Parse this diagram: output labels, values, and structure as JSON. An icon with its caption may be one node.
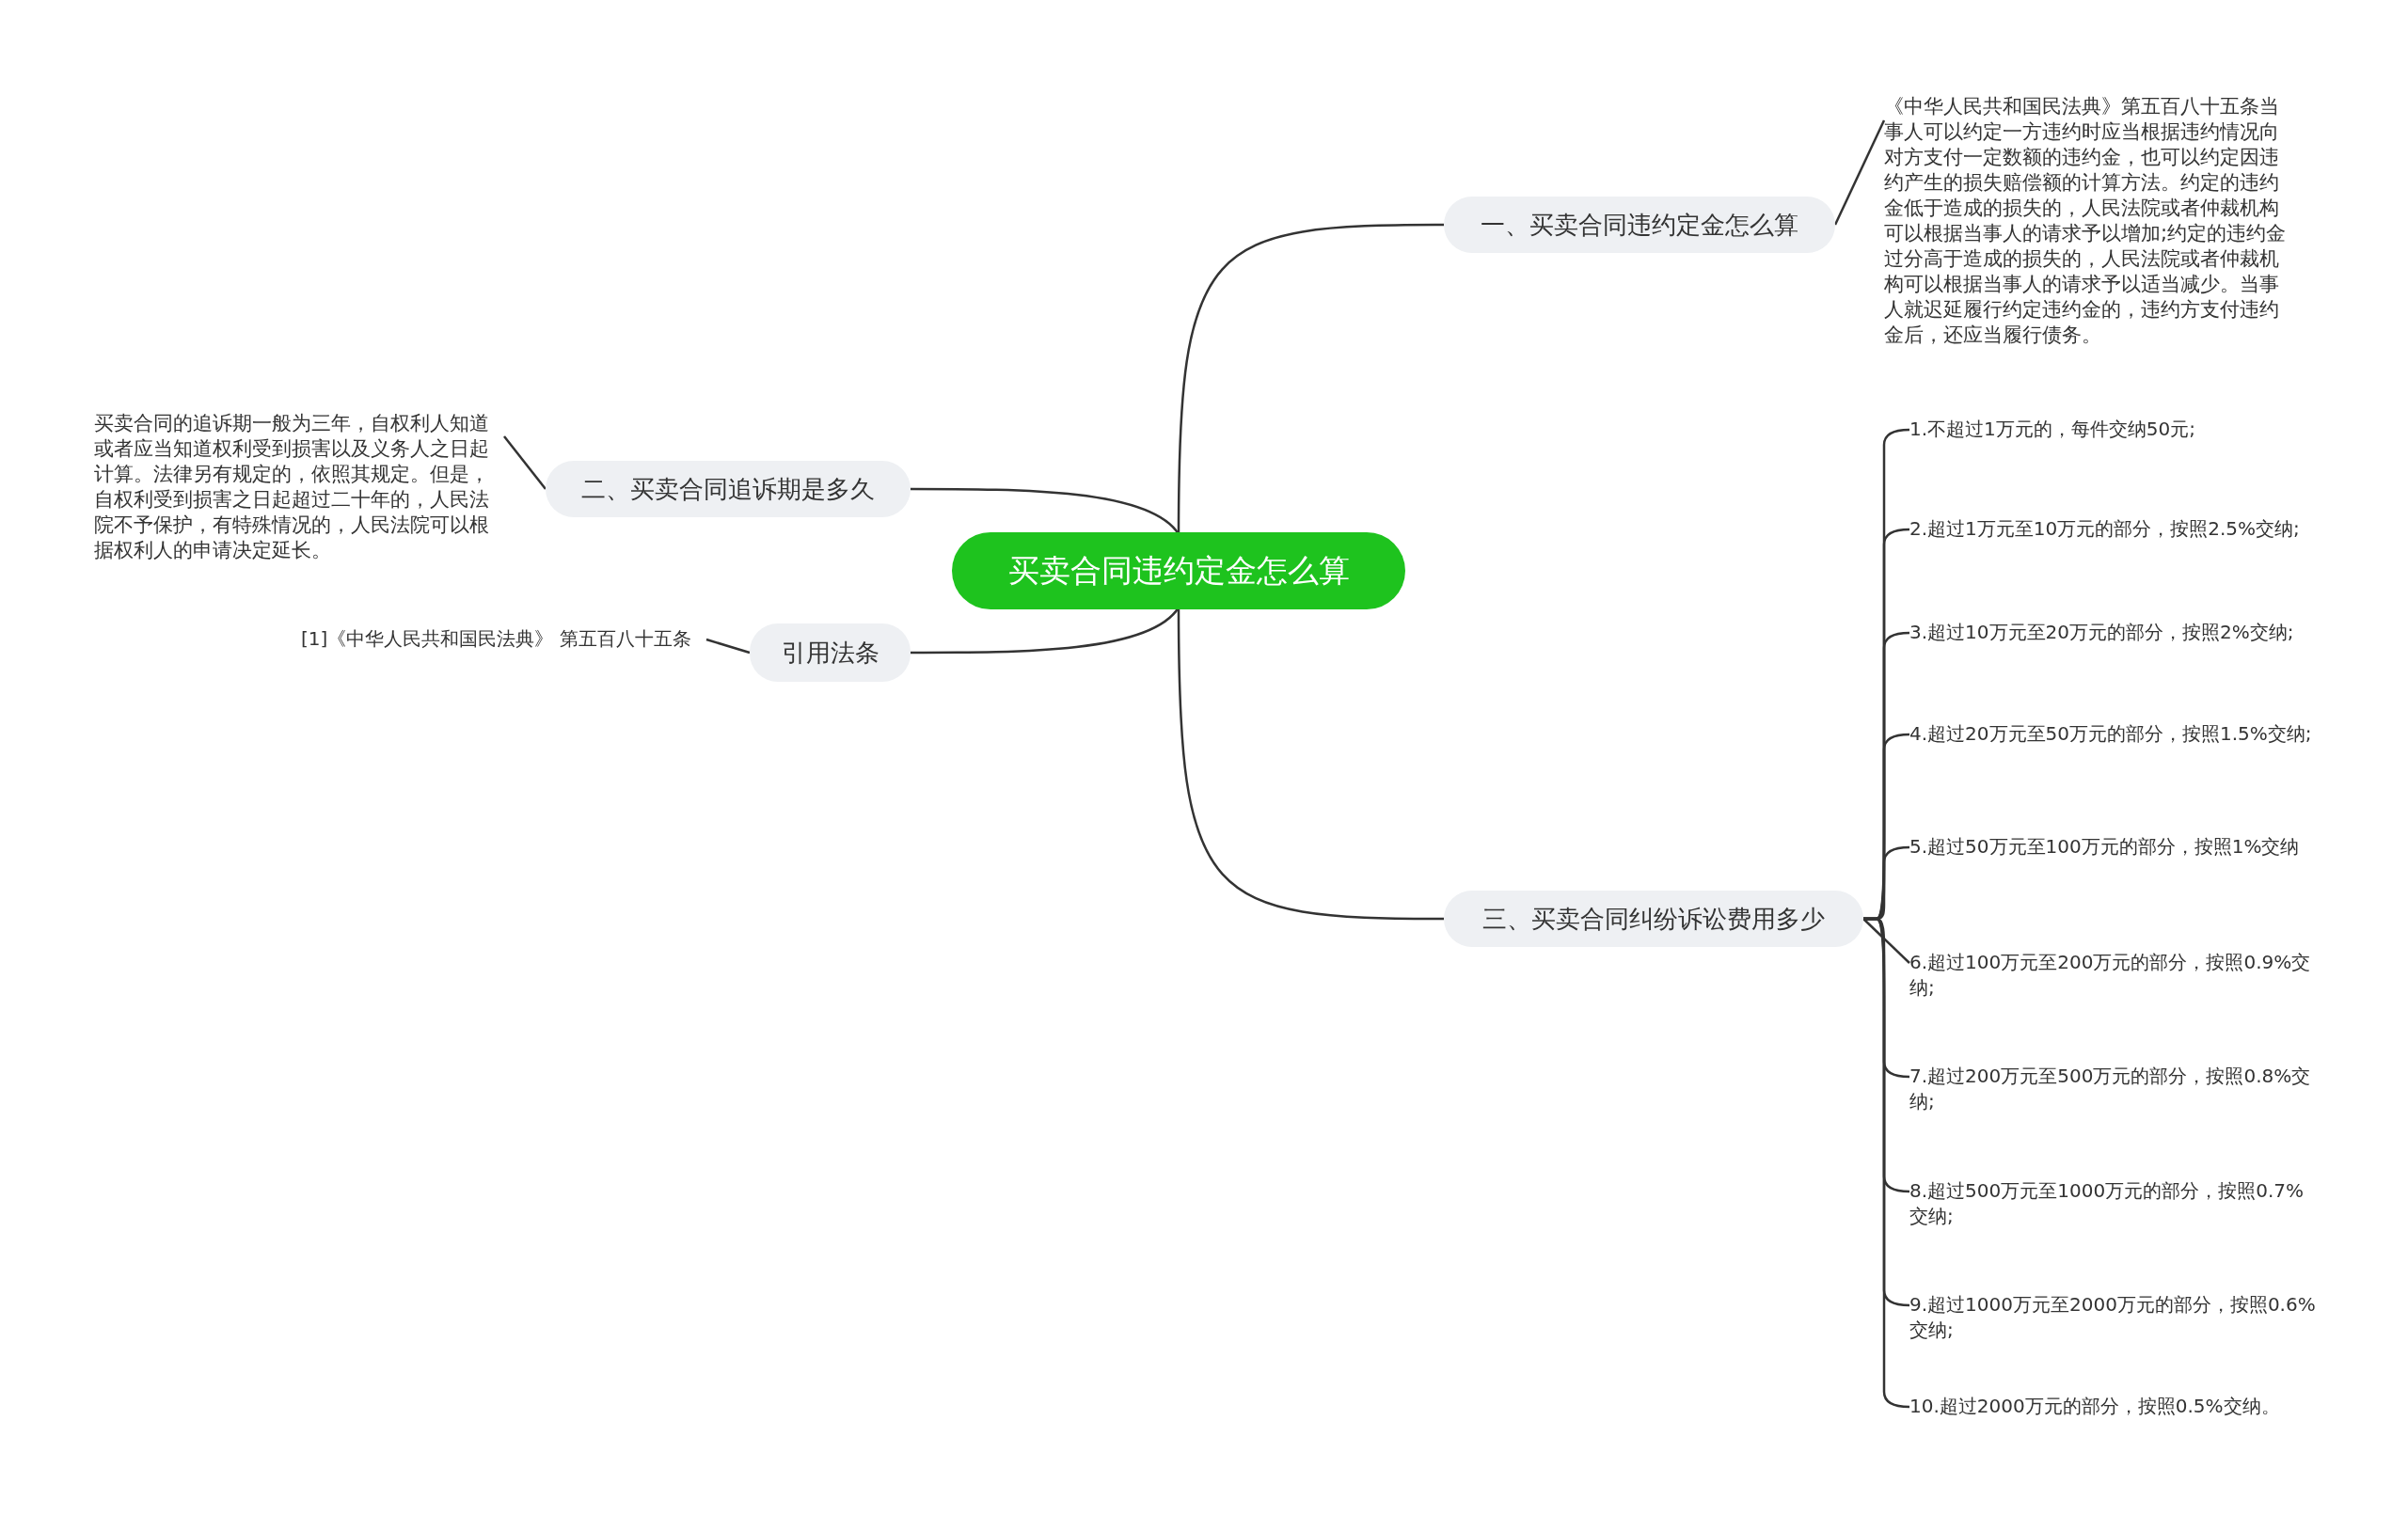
{
  "diagram": {
    "nodes": [
      {
        "text": [
          "买卖合同违约定金怎么算"
        ]
      },
      {
        "text": [
          "一、买卖合同违约定金怎么算"
        ]
      },
      {
        "text": [
          "《中华人民共和国民法典》第五百八十五条当事人可以约定一方违约时应当根据违约情况向对方支付一定数额的违约金，也可以约定因违约产生的损失赔偿额的计算方法。约定的违约金低于造成的损失的，人民法院或者仲裁机构可以根据当事人的请求予以增加;约定的违约金过分高于造成的损失的，人民法院或者仲裁机构可以根据当事人的请求予以适当减少。当事人就迟延履行约定违约金的，违约方支付违约金后，还应当履行债务。"
        ]
      },
      {
        "text": [
          "二、买卖合同追诉期是多久"
        ]
      },
      {
        "text": [
          "买卖合同的追诉期一般为三年，自权利人知道或者应当知道权利受到损害以及义务人之日起计算。法律另有规定的，依照其规定。但是，自权利受到损害之日起超过二十年的，人民法院不予保护，有特殊情况的，人民法院可以根据权利人的申请决定延长。"
        ]
      },
      {
        "text": [
          "引用法条"
        ]
      },
      {
        "text": [
          "[1]《中华人民共和国民法典》 第五百八十五条"
        ]
      },
      {
        "text": [
          "三、买卖合同纠纷诉讼费用多少"
        ]
      },
      {
        "text": [
          "1.不超过1万元的，每件交纳50元;"
        ]
      },
      {
        "text": [
          "2.超过1万元至10万元的部分，按照2.5%交纳;"
        ]
      },
      {
        "text": [
          "3.超过10万元至20万元的部分，按照2%交纳;"
        ]
      },
      {
        "text": [
          "4.超过20万元至50万元的部分，按照1.5%交纳;"
        ]
      },
      {
        "text": [
          "5.超过50万元至100万元的部分，按照1%交纳"
        ]
      },
      {
        "text": [
          "6.超过100万元至200万元的部分，按照0.9%交纳;"
        ]
      },
      {
        "text": [
          "7.超过200万元至500万元的部分，按照0.8%交纳;"
        ]
      },
      {
        "text": [
          "8.超过500万元至1000万元的部分，按照0.7%交纳;"
        ]
      },
      {
        "text": [
          "9.超过1000万元至2000万元的部分，按照0.6%交纳;"
        ]
      },
      {
        "text": [
          "10.超过2000万元的部分，按照0.5%交纳。"
        ]
      }
    ],
    "edges": [
      {
        "from": 0,
        "to": 1,
        "arrow": "none"
      },
      {
        "from": 1,
        "to": 2,
        "arrow": "none"
      },
      {
        "from": 0,
        "to": 3,
        "arrow": "none"
      },
      {
        "from": 3,
        "to": 4,
        "arrow": "none"
      },
      {
        "from": 0,
        "to": 5,
        "arrow": "none"
      },
      {
        "from": 5,
        "to": 6,
        "arrow": "none"
      },
      {
        "from": 0,
        "to": 7,
        "arrow": "none"
      },
      {
        "from": 7,
        "to": 8,
        "arrow": "none"
      },
      {
        "from": 7,
        "to": 9,
        "arrow": "none"
      },
      {
        "from": 7,
        "to": 10,
        "arrow": "none"
      },
      {
        "from": 7,
        "to": 11,
        "arrow": "none"
      },
      {
        "from": 7,
        "to": 12,
        "arrow": "none"
      },
      {
        "from": 7,
        "to": 13,
        "arrow": "none"
      },
      {
        "from": 7,
        "to": 14,
        "arrow": "none"
      },
      {
        "from": 7,
        "to": 15,
        "arrow": "none"
      },
      {
        "from": 7,
        "to": 16,
        "arrow": "none"
      },
      {
        "from": 7,
        "to": 17,
        "arrow": "none"
      }
    ]
  }
}
